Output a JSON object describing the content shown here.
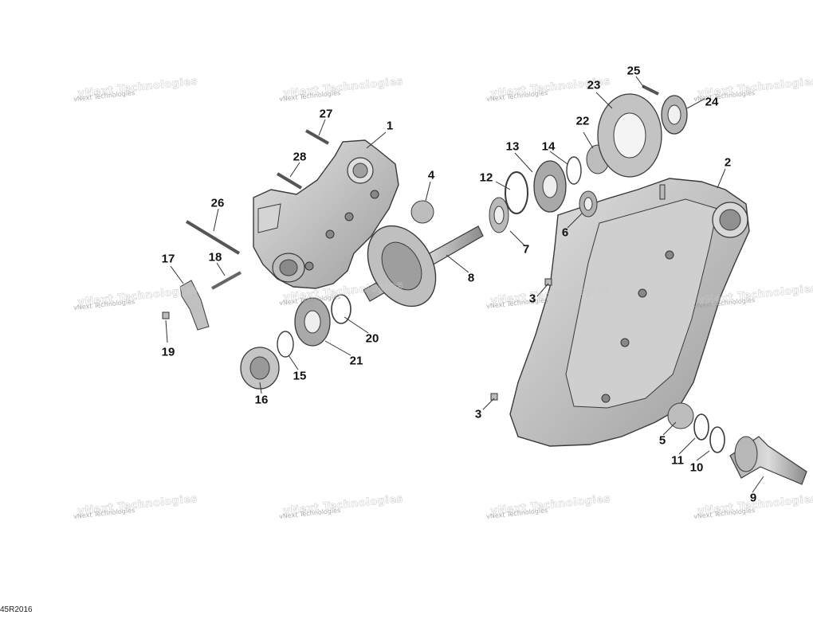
{
  "diagram": {
    "doc_code": "45R2016",
    "watermark_text": "vNext Technologies",
    "callouts": [
      "1",
      "2",
      "3",
      "3",
      "4",
      "5",
      "6",
      "7",
      "8",
      "9",
      "10",
      "11",
      "12",
      "13",
      "14",
      "15",
      "16",
      "17",
      "18",
      "19",
      "20",
      "21",
      "22",
      "23",
      "24",
      "25",
      "26",
      "27",
      "28"
    ],
    "colors": {
      "part": "#c9c9c9",
      "part_dark": "#8e8e8e",
      "outline": "#3a3a3a",
      "label": "#111111"
    }
  }
}
